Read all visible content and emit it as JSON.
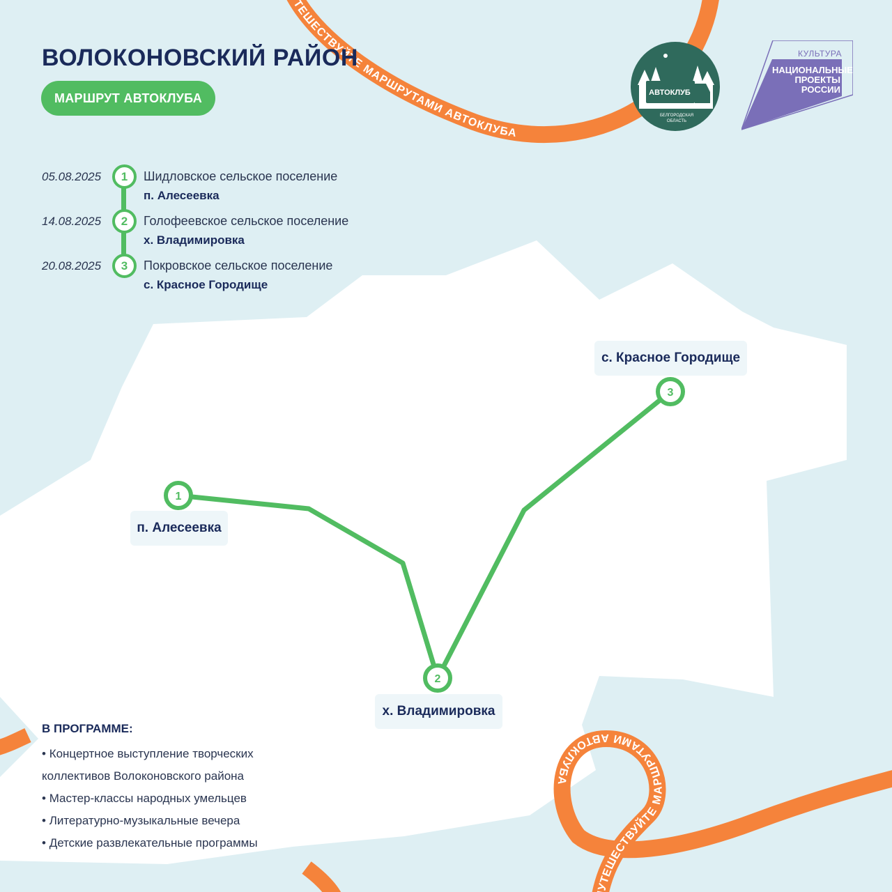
{
  "header": {
    "title": "ВОЛОКОНОВСКИЙ РАЙОН",
    "badge": "МАРШРУТ АВТОКЛУБА"
  },
  "logos": {
    "autoclub": {
      "name": "АВТОКЛУБ",
      "region_line1": "БЕЛГОРОДСКАЯ",
      "region_line2": "ОБЛАСТЬ"
    },
    "national": {
      "top": "КУЛЬТУРА",
      "line1": "НАЦИОНАЛЬНЫЕ",
      "line2": "ПРОЕКТЫ",
      "line3": "РОССИИ"
    }
  },
  "schedule": [
    {
      "date": "05.08.2025",
      "num": "1",
      "settlement": "Шидловское сельское поселение",
      "place": "п. Алесеевка"
    },
    {
      "date": "14.08.2025",
      "num": "2",
      "settlement": "Голофеевское сельское поселение",
      "place": "х. Владимировка"
    },
    {
      "date": "20.08.2025",
      "num": "3",
      "settlement": "Покровское сельское поселение",
      "place": "с. Красное Городище"
    }
  ],
  "map": {
    "stops": [
      {
        "num": "1",
        "label": "п. Алесеевка"
      },
      {
        "num": "2",
        "label": "х. Владимировка"
      },
      {
        "num": "3",
        "label": "с. Красное Городище"
      }
    ]
  },
  "ribbon_text": "ПУТЕШЕСТВУЙТЕ МАРШРУТАМИ АВТОКЛУБА",
  "program": {
    "heading": "В ПРОГРАММЕ:",
    "items": [
      "Концертное выступление творческих",
      "коллективов Волоконовского района",
      "Мастер-классы народных умельцев",
      "Литературно-музыкальные вечера",
      "Детские развлекательные программы"
    ]
  },
  "colors": {
    "background": "#deeff3",
    "land": "#ffffff",
    "route": "#51bc61",
    "ribbon": "#f5833b",
    "title": "#1a2a5a",
    "national": "#7a6fb8",
    "autoclub": "#2f6a5c"
  }
}
